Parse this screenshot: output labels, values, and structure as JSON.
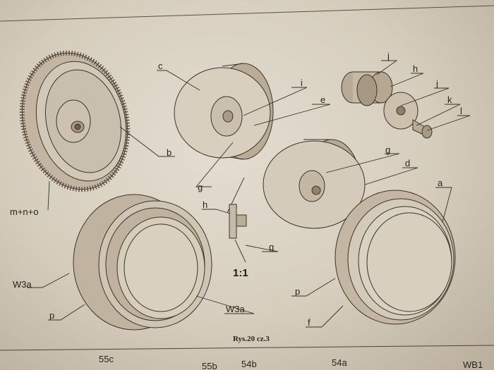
{
  "caption": "Rys.20 cz.3",
  "scale": "1:1",
  "labels": {
    "c": "c",
    "i_top": "i",
    "e": "e",
    "b": "b",
    "g_left": "g",
    "mno": "m+n+o",
    "j_top": "j",
    "h_top": "h",
    "j_right": "j",
    "k": "k",
    "l": "l",
    "g_mid": "g",
    "d": "d",
    "h_detail": "h",
    "g_detail": "g",
    "a": "a",
    "w3a_left": "W3a",
    "p_left": "p",
    "w3a_right": "W3a",
    "p_right": "p",
    "f": "f"
  },
  "footer": {
    "c55": "55c",
    "b55": "55b",
    "b54": "54b",
    "a54": "54a",
    "wb": "WB1"
  }
}
